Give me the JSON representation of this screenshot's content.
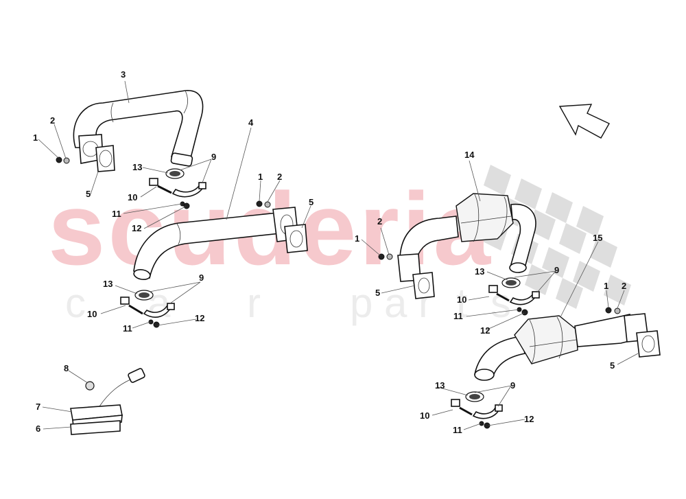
{
  "watermark": {
    "brand": "scuderia",
    "tagline": "c a r   p a r t s",
    "brand_color": "#f6c9cd",
    "tagline_color": "#ececec"
  },
  "orientation_arrow": {
    "icon": "direction-arrow-icon",
    "direction": "up-left"
  },
  "callouts": {
    "g1": {
      "n1": "1",
      "n2": "2",
      "n3": "3",
      "n5": "5",
      "n9": "9",
      "n10": "10",
      "n11": "11",
      "n12": "12",
      "n13": "13"
    },
    "g2": {
      "n1": "1",
      "n2": "2",
      "n4": "4",
      "n5": "5",
      "n9": "9",
      "n10": "10",
      "n11": "11",
      "n12": "12",
      "n13": "13"
    },
    "g3": {
      "n6": "6",
      "n7": "7",
      "n8": "8"
    },
    "g4": {
      "n1": "1",
      "n2": "2",
      "n5": "5",
      "n9": "9",
      "n10": "10",
      "n11": "11",
      "n12": "12",
      "n13": "13",
      "n14": "14"
    },
    "g5": {
      "n1": "1",
      "n2": "2",
      "n5": "5",
      "n9": "9",
      "n10": "10",
      "n11": "11",
      "n12": "12",
      "n13": "13",
      "n15": "15"
    }
  },
  "parts": [
    {
      "number": "1",
      "name": "nut"
    },
    {
      "number": "2",
      "name": "washer"
    },
    {
      "number": "3",
      "name": "front exhaust pipe (U-bend)"
    },
    {
      "number": "4",
      "name": "rear exhaust pipe"
    },
    {
      "number": "5",
      "name": "flange gasket"
    },
    {
      "number": "6",
      "name": "mounting pad"
    },
    {
      "number": "7",
      "name": "control unit / connector box"
    },
    {
      "number": "8",
      "name": "grommet"
    },
    {
      "number": "9",
      "name": "clamp halves"
    },
    {
      "number": "10",
      "name": "bolt"
    },
    {
      "number": "11",
      "name": "washer"
    },
    {
      "number": "12",
      "name": "nut"
    },
    {
      "number": "13",
      "name": "seal ring"
    },
    {
      "number": "14",
      "name": "catalytic converter (left)"
    },
    {
      "number": "15",
      "name": "catalytic converter (right)"
    }
  ]
}
